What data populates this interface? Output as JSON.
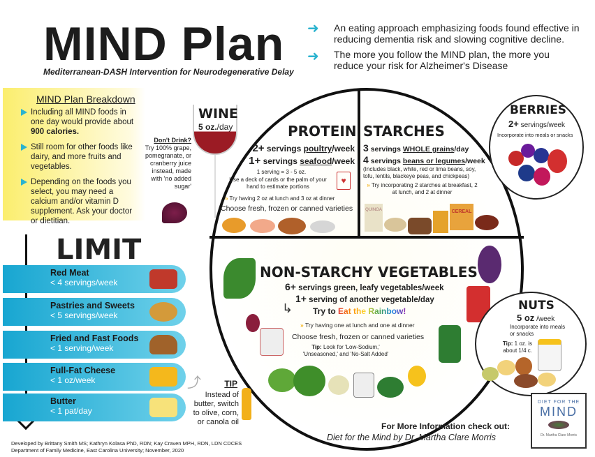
{
  "header": {
    "title": "MIND Plan",
    "subtitle": "Mediterranean-DASH Intervention for Neurodegenerative Delay",
    "intro": [
      "An eating approach emphasizing foods found effective in reducing dementia risk and slowing cognitive decline.",
      "The more you follow the MIND plan, the more you reduce your risk for Alzheimer's Disease"
    ]
  },
  "breakdown": {
    "title": "MIND Plan Breakdown",
    "items": [
      "Including all MIND foods in one day would provide about",
      "900 calories.",
      "Still room for other foods like dairy, and more fruits and vegetables.",
      "Depending on the foods you select, you may need a calcium and/or vitamin D supplement. Ask your doctor or dietitian."
    ]
  },
  "wine": {
    "title": "WINE",
    "amount": "5 oz.",
    "unit": "/day",
    "alt_title": "Don't Drink?",
    "alt_text": "Try 100% grape, pomegranate, or cranberry juice instead, made with 'no added sugar'"
  },
  "protein": {
    "title": "PROTEIN",
    "l1a": "2+",
    "l1b": "servings",
    "l1c": "poultry",
    "l1d": "/week",
    "l2a": "1+",
    "l2b": "servings",
    "l2c": "seafood",
    "l2d": "/week",
    "serving": "1 serving = 3 - 5 oz.",
    "estimate": "Use a deck of cards or the palm of your hand to estimate portions",
    "tip": "Try having 2 oz at lunch and 3 oz at dinner",
    "choose": "Choose fresh, frozen or canned varieties"
  },
  "starches": {
    "title": "STARCHES",
    "l1a": "3",
    "l1b": "servings",
    "l1c": "WHOLE grains",
    "l1d": "/day",
    "l2a": "4",
    "l2b": "servings",
    "l2c": "beans or legumes",
    "l2d": "/week",
    "includes": "(Includes black, white, red or lima beans, soy, tofu, lentils, blackeye peas, and chickpeas)",
    "tip": "Try incorporating 2 starches at breakfast, 2 at lunch, and 2 at dinner",
    "quinoa": "QUINOA",
    "cereal": "CEREAL"
  },
  "vegetables": {
    "title": "NON-STARCHY VEGETABLES",
    "l1a": "6+",
    "l1b": "servings green, leafy vegetables/week",
    "l2a": "1+",
    "l2b": "serving of another vegetable/day",
    "rainbow_a": "Try to",
    "rainbow_b": "Eat the Rainbow!",
    "tip": "Try having one at lunch and one at dinner",
    "choose": "Choose fresh, frozen or canned varieties",
    "tip_label": "Tip:",
    "tip_text": "Look for 'Low-Sodium,' 'Unseasoned,' and 'No-Salt Added'"
  },
  "berries": {
    "title": "BERRIES",
    "amount": "2+",
    "unit": "servings/week",
    "note": "Incorporate into meals or snacks"
  },
  "nuts": {
    "title": "NUTS",
    "amount": "5 oz",
    "unit": "/week",
    "note": "Incorporate into meals or snacks",
    "tip_label": "Tip:",
    "tip_text": "1 oz. is about 1/4 c."
  },
  "limit": {
    "title": "LIMIT",
    "items": [
      {
        "name": "Red Meat",
        "value": "< 4 servings/week",
        "color": "#c0392b"
      },
      {
        "name": "Pastries and Sweets",
        "value": "< 5 servings/week",
        "color": "#d49a3a"
      },
      {
        "name": "Fried and Fast Foods",
        "value": "< 1 serving/week",
        "color": "#a0622a"
      },
      {
        "name": "Full-Fat Cheese",
        "value": "< 1 oz/week",
        "color": "#f4b81c"
      },
      {
        "name": "Butter",
        "value": "< 1 pat/day",
        "color": "#f7e27a"
      }
    ]
  },
  "tip": {
    "label": "TIP",
    "text": "Instead of butter, switch to olive, corn, or canola oil"
  },
  "more_info": {
    "heading": "For More Information check out:",
    "text": "Diet for the Mind by Dr. Martha Clare Morris"
  },
  "book": {
    "line1": "DIET FOR THE",
    "line2": "MIND",
    "author": "Dr. Martha Clare Morris"
  },
  "credits": [
    "Developed by Brittany Smith MS; Kathryn Kolasa PhD, RDN; Kay Craven MPH, RDN, LDN CDCES",
    "Department of Family Medicine, East Carolina University; November, 2020"
  ]
}
